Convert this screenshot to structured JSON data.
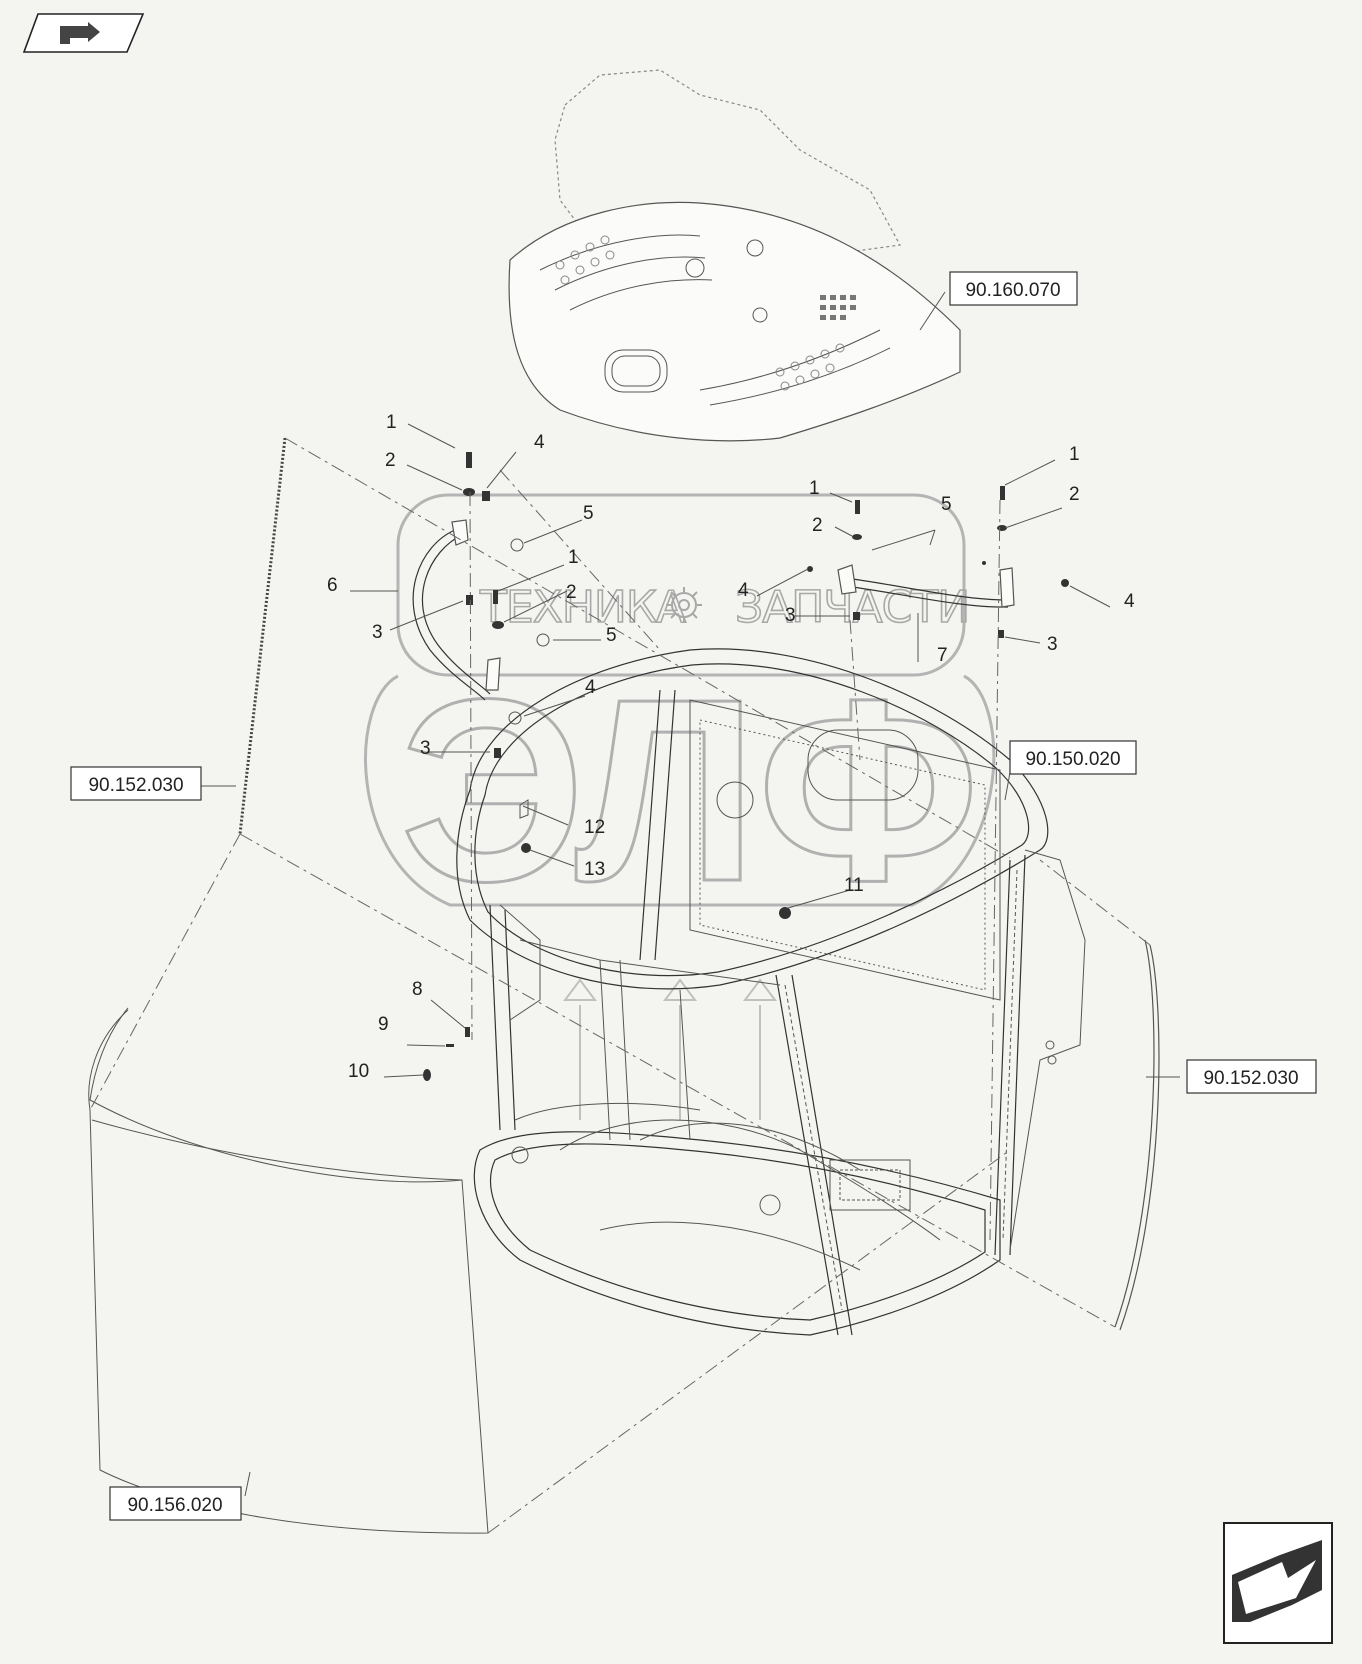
{
  "watermark": {
    "line1_left": "ТЕХНИКА",
    "line1_right": "ЗАПЧАСТИ",
    "big": "ЭЛФ",
    "gear": "gear-icon"
  },
  "references": {
    "r1": "90.160.070",
    "r2": "90.152.030",
    "r3": "90.150.020",
    "r4": "90.152.030",
    "r5": "90.156.020"
  },
  "callouts": {
    "c1a": "1",
    "c2a": "2",
    "c4a": "4",
    "c5a": "5",
    "c6": "6",
    "c1b": "1",
    "c2b": "2",
    "c3a": "3",
    "c5b": "5",
    "c4b": "4",
    "c3b": "3",
    "c12": "12",
    "c13": "13",
    "c1c": "1",
    "c2c": "2",
    "c4c": "4",
    "c3c": "3",
    "c5c": "5",
    "c1d": "1",
    "c2d": "2",
    "c4d": "4",
    "c3d": "3",
    "c7": "7",
    "c11": "11",
    "c8": "8",
    "c9": "9",
    "c10": "10"
  },
  "icons": {
    "top_nav": "previous-page-arrow-icon",
    "bottom_nav": "next-page-arrow-icon"
  }
}
